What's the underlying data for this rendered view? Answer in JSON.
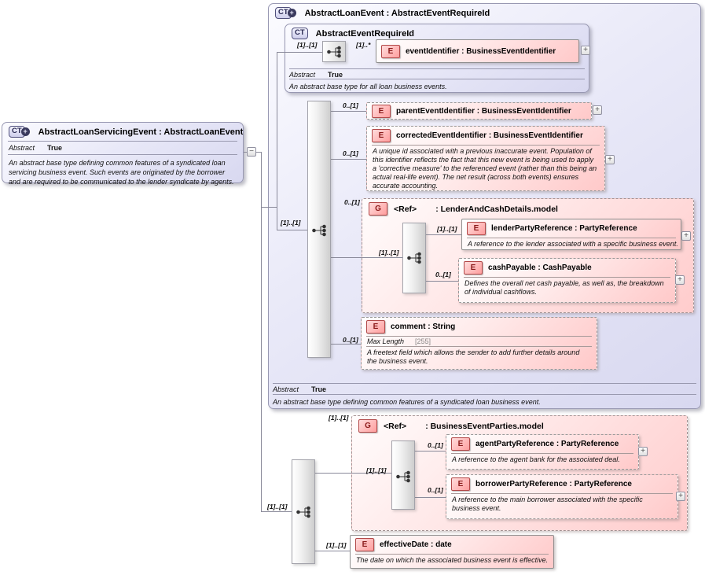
{
  "glyphs": {
    "ct": "CT",
    "ct_plus": "+",
    "element": "E",
    "group": "G",
    "expand": "+",
    "collapse": "−"
  },
  "left_class": {
    "title": "AbstractLoanServicingEvent : AbstractLoanEvent",
    "abstract_label": "Abstract",
    "abstract_value": "True",
    "description": "An abstract base type defining common features of a syndicated loan servicing business event. Such events are originated by the borrower and are required to be communicated to the lender syndicate by agents."
  },
  "main_class": {
    "title": "AbstractLoanEvent : AbstractEventRequireId",
    "abstract_label": "Abstract",
    "abstract_value": "True",
    "description": "An abstract base type defining common features of a syndicated loan business event.",
    "sequence_cardinality": "[1]..[1]",
    "base_class": {
      "title": "AbstractEventRequireId",
      "abstract_label": "Abstract",
      "abstract_value": "True",
      "description": "An abstract base type for all loan business events.",
      "sequence_cardinality": "[1]..[1]",
      "event_identifier": {
        "cardinality": "[1]..*",
        "label": "eventIdentifier : BusinessEventIdentifier"
      }
    },
    "parent_event_identifier": {
      "cardinality": "0..[1]",
      "label": "parentEventIdentifier : BusinessEventIdentifier"
    },
    "corrected_event_identifier": {
      "cardinality": "0..[1]",
      "label": "correctedEventIdentifier : BusinessEventIdentifier",
      "description": "A unique id associated with a previous inaccurate event. Population of this identifier reflects the fact that this new event is being used to apply a 'corrective measure' to the referenced event (rather than this being an actual real-life event). The net result (across both events) ensures accurate accounting."
    },
    "lender_and_cash_details_group": {
      "cardinality": "0..[1]",
      "ref_label": "<Ref>",
      "title": ": LenderAndCashDetails.model",
      "sequence_cardinality": "[1]..[1]",
      "lender_party_reference": {
        "cardinality": "[1]..[1]",
        "label": "lenderPartyReference : PartyReference",
        "description": "A reference to the lender associated with a specific business event."
      },
      "cash_payable": {
        "cardinality": "0..[1]",
        "label": "cashPayable : CashPayable",
        "description": "Defines the overall net cash payable, as well as, the breakdown of individual cashflows."
      }
    },
    "comment": {
      "cardinality": "0..[1]",
      "label": "comment : String",
      "max_length_label": "Max Length",
      "max_length_value": "[255]",
      "description": "A freetext field which allows the sender to add further details around the business event."
    }
  },
  "loan_servicing_content": {
    "sequence_cardinality": "[1]..[1]",
    "business_event_parties_group": {
      "cardinality": "[1]..[1]",
      "ref_label": "<Ref>",
      "title": ": BusinessEventParties.model",
      "sequence_cardinality": "[1]..[1]",
      "agent_party_reference": {
        "cardinality": "0..[1]",
        "label": "agentPartyReference : PartyReference",
        "description": "A reference to the agent bank for the associated deal."
      },
      "borrower_party_reference": {
        "cardinality": "0..[1]",
        "label": "borrowerPartyReference : PartyReference",
        "description": "A reference to the main borrower associated with the specific business event."
      }
    },
    "effective_date": {
      "cardinality": "[1]..[1]",
      "label": "effectiveDate : date",
      "description": "The date on which the associated business event is effective."
    }
  }
}
